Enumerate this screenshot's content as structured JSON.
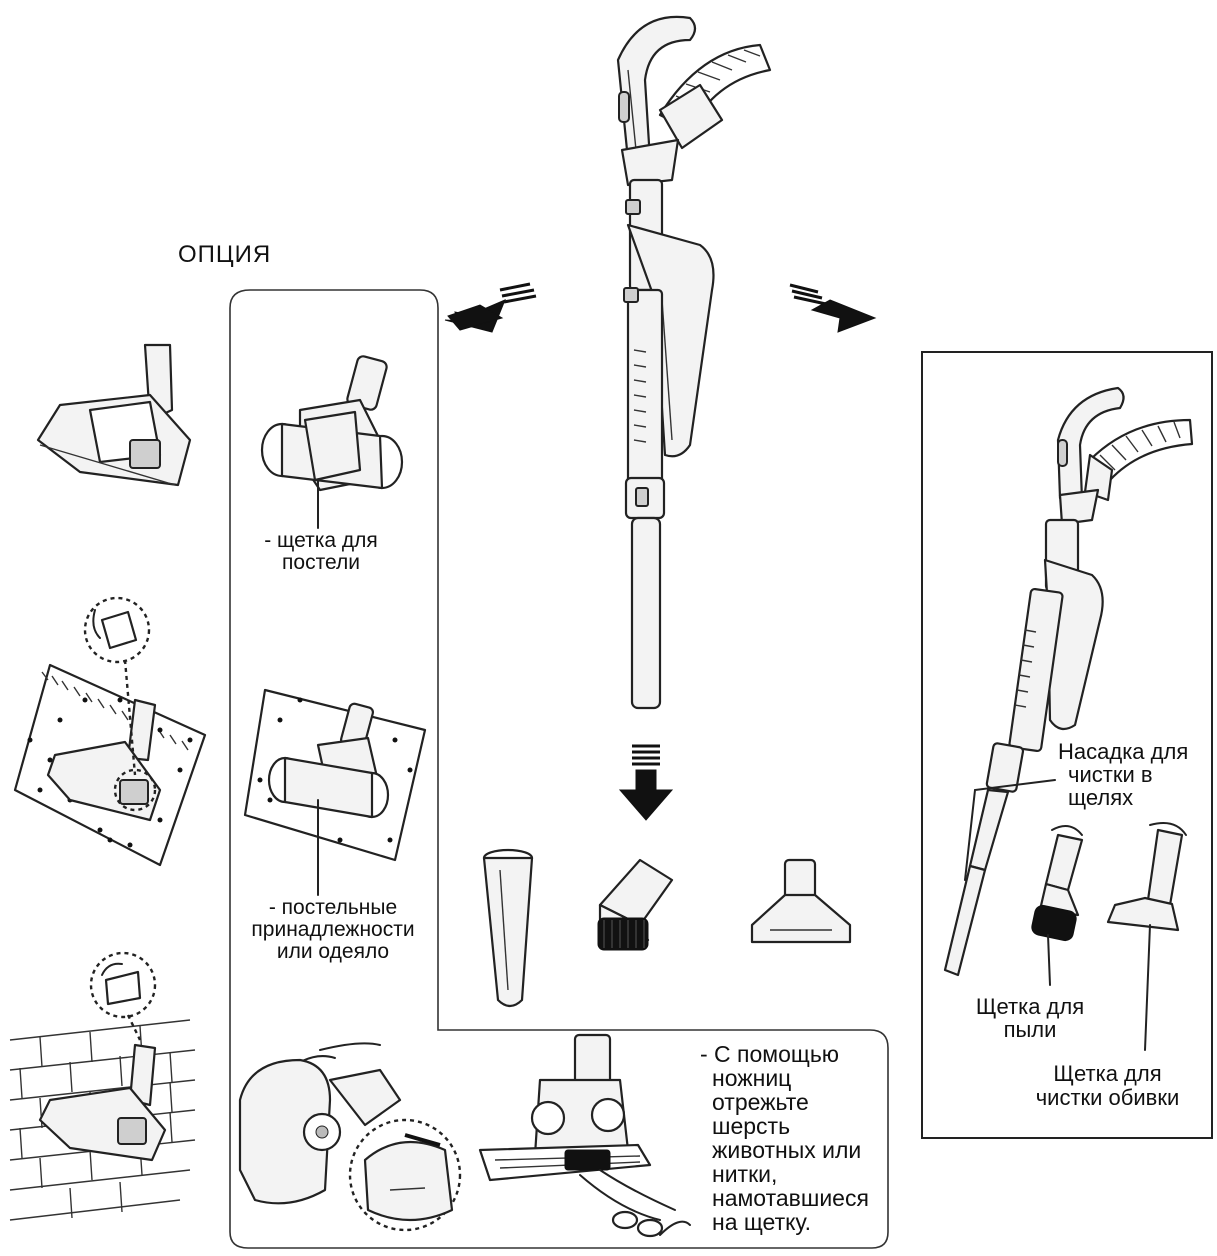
{
  "option_label": "ОПЦИЯ",
  "labels": {
    "bed_brush": [
      "- щетка для",
      "постели"
    ],
    "bedding": [
      "- постельные",
      "принадлежности",
      "или одеяло"
    ],
    "scissors_note": [
      "- С помощью",
      "ножниц",
      "отрежьте",
      "шерсть",
      "животных или",
      "нитки,",
      "намотавшиеся",
      "на щетку."
    ],
    "crevice_tool": [
      "Насадка для",
      "чистки в",
      "щелях"
    ],
    "dust_brush": [
      "Щетка для",
      "пыли"
    ],
    "upholstery_brush": [
      "Щетка для",
      "чистки обивки"
    ]
  },
  "icons": [
    "vacuum-handle-icon",
    "floor-brush-icon",
    "turbo-brush-icon",
    "crevice-nozzle-icon",
    "dust-brush-icon",
    "upholstery-nozzle-icon",
    "scissors-icon",
    "arrow-icon"
  ]
}
